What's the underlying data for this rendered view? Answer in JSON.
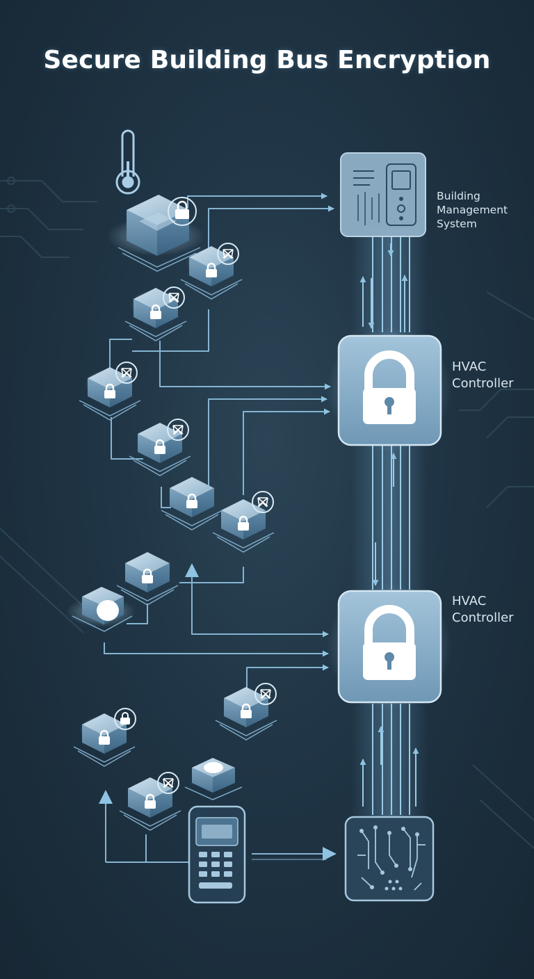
{
  "title": "Secure Building Bus Encryption",
  "nodes": {
    "bms": {
      "line1": "Building",
      "line2": "Management",
      "line3": "System"
    },
    "hvac_1": {
      "line1": "HVAC",
      "line2": "Controller"
    },
    "hvac_2": {
      "line1": "HVAC",
      "line2": "Controller"
    }
  },
  "icons": {
    "thermometer": "thermometer-icon",
    "bms": "control-panel-icon",
    "hvac": "padlock-icon",
    "keypad": "access-keypad-icon",
    "circuit": "circuit-board-icon",
    "device_lock": "lock-badge-icon",
    "device_shield": "shield-badge-icon",
    "motion": "motion-sensor-icon",
    "smoke": "smoke-detector-icon"
  },
  "colors": {
    "background": "#1f3444",
    "accent": "#8fc3e2",
    "line": "#7fb0cf",
    "node_fill": "#a9c6da"
  }
}
